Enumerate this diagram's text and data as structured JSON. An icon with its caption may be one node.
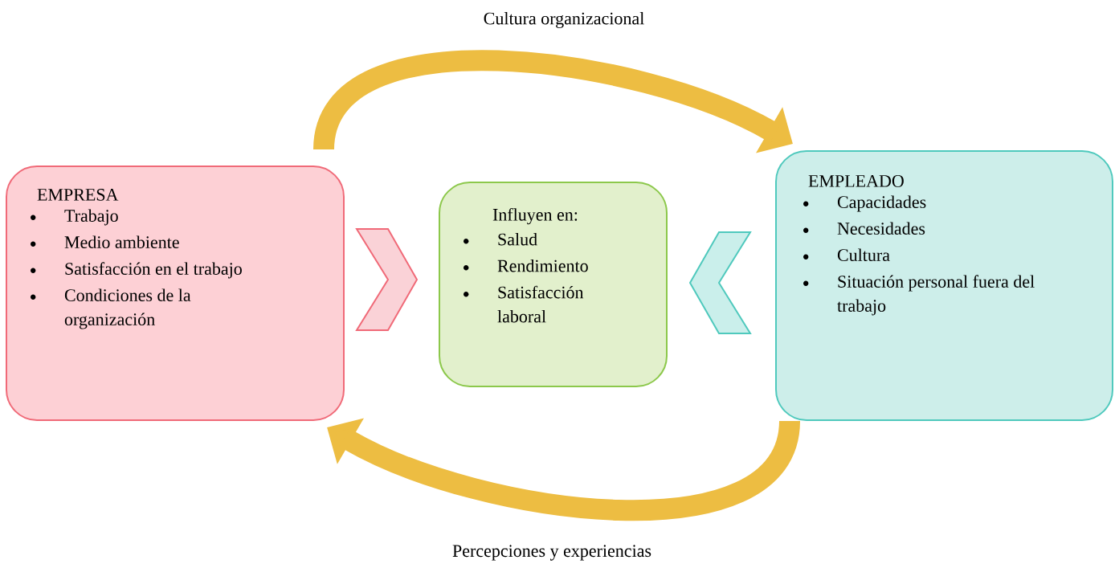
{
  "diagram": {
    "nodes": [
      {
        "text": [
          "EMPRESA",
          "Trabajo",
          "Medio ambiente",
          "Satisfacción en el trabajo",
          "Condiciones de la organización"
        ]
      },
      {
        "text": [
          "Influyen en:",
          "Salud",
          "Rendimiento",
          "Satisfacción laboral"
        ]
      },
      {
        "text": [
          "EMPLEADO",
          "Capacidades",
          "Necesidades",
          "Cultura",
          "Situación personal fuera del trabajo"
        ]
      }
    ],
    "edges": [
      {
        "from": 0,
        "to": 2,
        "arrow": "to",
        "label": "Cultura organizacional",
        "color": "#f5c842"
      },
      {
        "from": 2,
        "to": 0,
        "arrow": "to",
        "label": "Percepciones y experiencias",
        "color": "#f5c842"
      },
      {
        "from": 0,
        "to": 1,
        "arrow": "to",
        "color": "#f06a78"
      },
      {
        "from": 2,
        "to": 1,
        "arrow": "to",
        "color": "#4fc9bd"
      }
    ]
  }
}
